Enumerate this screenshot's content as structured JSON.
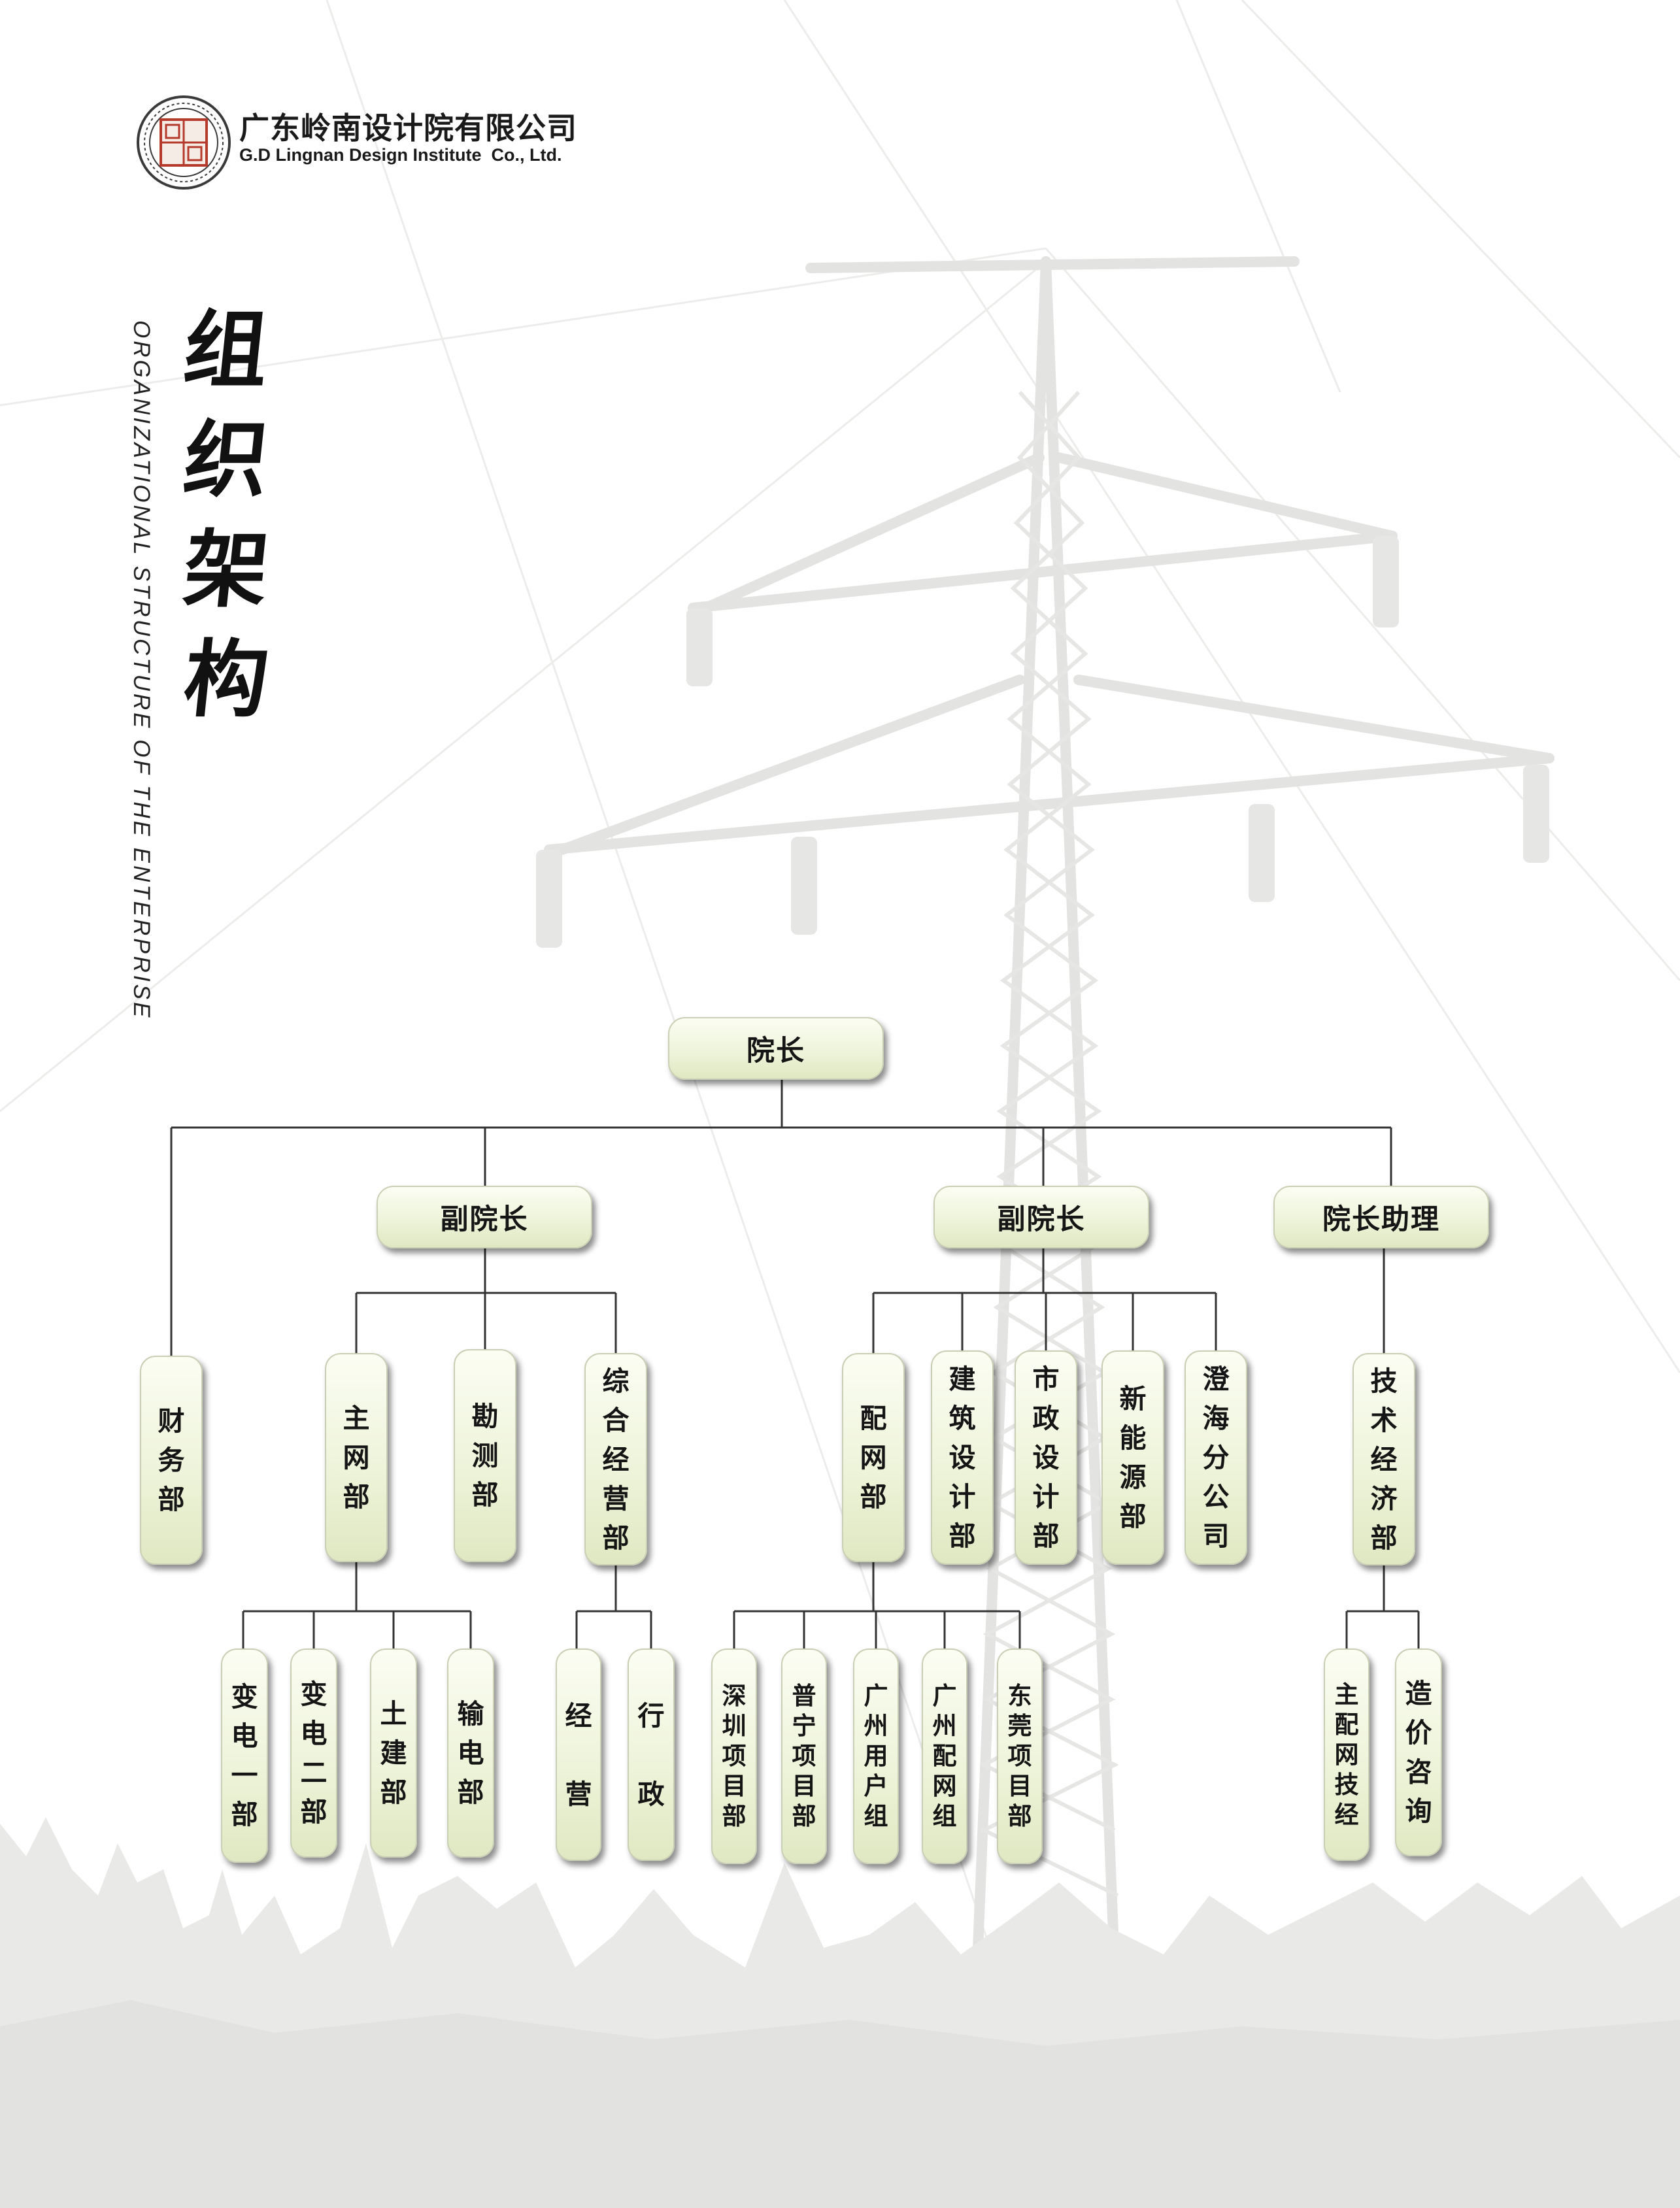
{
  "header": {
    "company_cn": "广东岭南设计院有限公司",
    "company_en": "G.D Lingnan Design Institute  Co., Ltd."
  },
  "title": {
    "cn_chars": [
      "组",
      "织",
      "架",
      "构"
    ],
    "en": "ORGANIZATIONAL STRUCTURE OF THE ENTERPRISE"
  },
  "org": {
    "president": "院长",
    "vp1": "副院长",
    "vp2": "副院长",
    "assistant": "院长助理",
    "finance": [
      "财",
      "务",
      "部"
    ],
    "main_grid": [
      "主",
      "网",
      "部"
    ],
    "survey": [
      "勘",
      "测",
      "部"
    ],
    "ops": [
      "综",
      "合",
      "经",
      "营",
      "部"
    ],
    "distribution": [
      "配",
      "网",
      "部"
    ],
    "architecture": [
      "建",
      "筑",
      "设",
      "计",
      "部"
    ],
    "municipal": [
      "市",
      "政",
      "设",
      "计",
      "部"
    ],
    "new_energy": [
      "新",
      "能",
      "源",
      "部"
    ],
    "chenghai": [
      "澄",
      "海",
      "分",
      "公",
      "司"
    ],
    "tech_econ": [
      "技",
      "术",
      "经",
      "济",
      "部"
    ],
    "sub1": [
      "变",
      "电",
      "一",
      "部"
    ],
    "sub2": [
      "变",
      "电",
      "二",
      "部"
    ],
    "civil": [
      "土",
      "建",
      "部"
    ],
    "transmission": [
      "输",
      "电",
      "部"
    ],
    "business": [
      "经",
      "营"
    ],
    "admin": [
      "行",
      "政"
    ],
    "shenzhen": [
      "深",
      "圳",
      "项",
      "目",
      "部"
    ],
    "puning": [
      "普",
      "宁",
      "项",
      "目",
      "部"
    ],
    "gz_user": [
      "广",
      "州",
      "用",
      "户",
      "组"
    ],
    "gz_dist": [
      "广",
      "州",
      "配",
      "网",
      "组"
    ],
    "dongguan": [
      "东",
      "莞",
      "项",
      "目",
      "部"
    ],
    "main_grid_te": [
      "主",
      "配",
      "网",
      "技",
      "经"
    ],
    "cost": [
      "造",
      "价",
      "咨",
      "询"
    ]
  },
  "colors": {
    "box_top": "#fbfdf3",
    "box_bottom": "#dfe8c2",
    "line": "#333333",
    "tower": "#e6e6e4",
    "seal_red": "#b53a2c"
  }
}
